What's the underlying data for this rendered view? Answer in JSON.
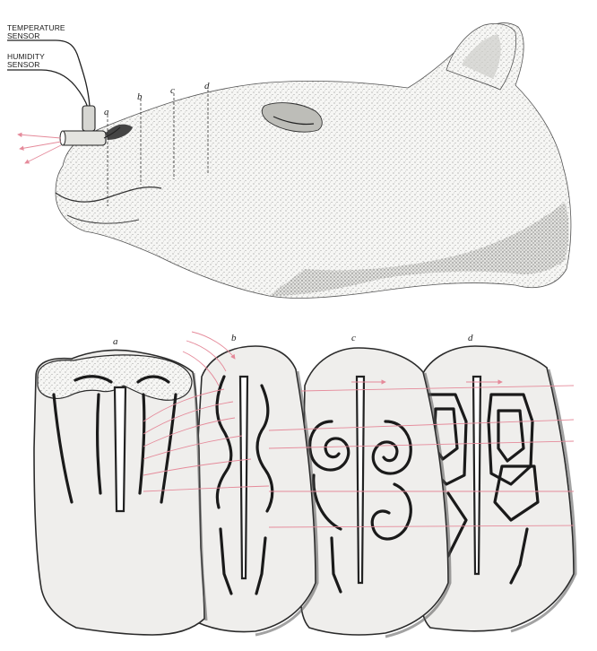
{
  "labels": {
    "temperature_sensor": [
      "TEMPERATURE",
      "SENSOR"
    ],
    "humidity_sensor": [
      "HUMIDITY",
      "SENSOR"
    ]
  },
  "sections": [
    "a",
    "b",
    "c",
    "d"
  ],
  "colors": {
    "airflow": "#e58a9a",
    "ink": "#1a1a1a",
    "tissue": "#efeeec"
  }
}
